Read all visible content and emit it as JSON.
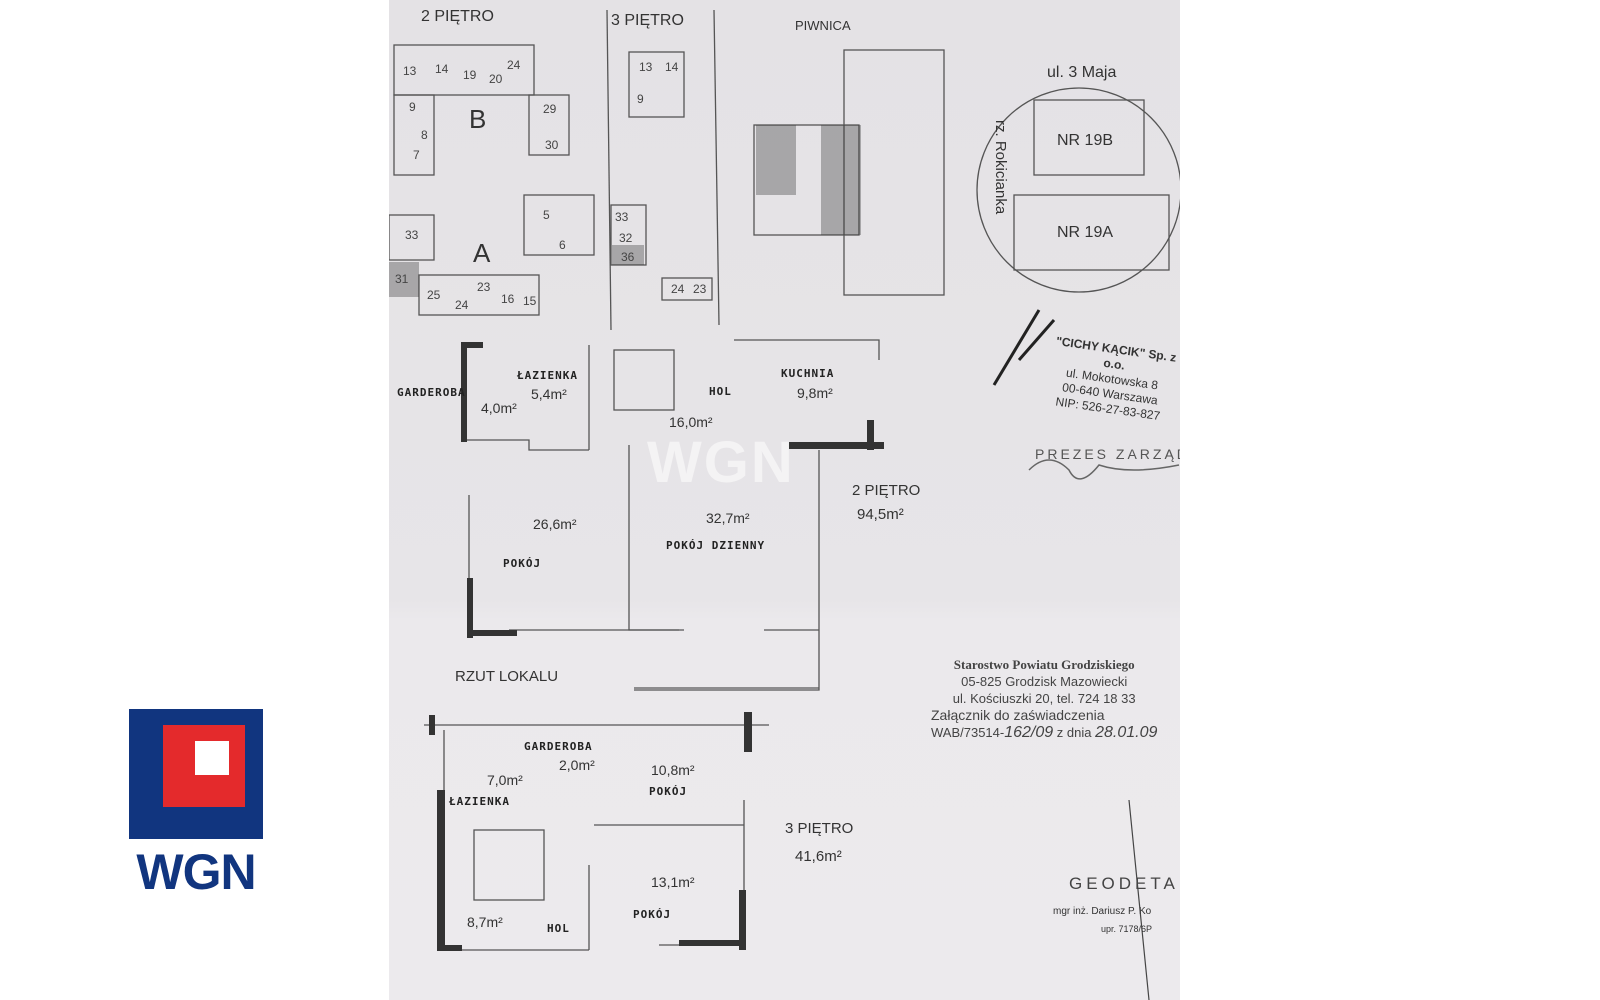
{
  "logo": {
    "text": "WGN",
    "colors": {
      "blue": "#11357f",
      "red": "#e42a2c"
    }
  },
  "watermark": "WGN",
  "plan": {
    "top_sections": [
      "2 PIĘTRO",
      "3 PIĘTRO",
      "PIWNICA"
    ],
    "building_labels": [
      "B",
      "A"
    ],
    "unit_numbers_2p": [
      "13",
      "14",
      "19",
      "20",
      "24",
      "9",
      "8",
      "7",
      "29",
      "30",
      "33",
      "5",
      "6",
      "31",
      "25",
      "24",
      "23",
      "16",
      "15"
    ],
    "unit_numbers_3p": [
      "13",
      "14",
      "9",
      "33",
      "32",
      "36",
      "24",
      "23"
    ],
    "site": {
      "street": "ul. 3 Maja",
      "river": "rz. Rokicianka",
      "buildings": [
        "NR 19B",
        "NR 19A"
      ]
    },
    "company": {
      "name": "\"CICHY KĄCIK\" Sp. z o.o.",
      "street": "ul. Mokotowska 8",
      "city": "00-640 Warszawa",
      "nip": "NIP: 526-27-83-827",
      "title": "PREZES ZARZĄDU"
    },
    "upper_floor": {
      "rooms": [
        {
          "name": "GARDEROBA",
          "area": "4,0m²"
        },
        {
          "name": "ŁAZIENKA",
          "area": "5,4m²"
        },
        {
          "name": "HOL",
          "area": "16,0m²"
        },
        {
          "name": "KUCHNIA",
          "area": "9,8m²"
        },
        {
          "name": "POKÓJ",
          "area": "26,6m²"
        },
        {
          "name": "POKÓJ DZIENNY",
          "area": "32,7m²"
        }
      ],
      "floor": "2 PIĘTRO",
      "total": "94,5m²"
    },
    "rzut": "RZUT LOKALU",
    "stamp": {
      "line1": "Starostwo Powiatu Grodziskiego",
      "line2": "05-825 Grodzisk Mazowiecki",
      "line3": "ul. Kościuszki 20, tel. 724 18 33",
      "line4": "Załącznik do zaświadczenia",
      "line5": "WAB/73514-",
      "hand1": "162/09",
      "line5b": "z dnia",
      "hand2": "28.01.09"
    },
    "lower_floor": {
      "rooms": [
        {
          "name": "GARDEROBA",
          "area": "2,0m²"
        },
        {
          "name": "ŁAZIENKA",
          "area": "7,0m²"
        },
        {
          "name": "POKÓJ",
          "area": "10,8m²"
        },
        {
          "name": "POKÓJ",
          "area": "13,1m²"
        },
        {
          "name": "HOL",
          "area": "8,7m²"
        }
      ],
      "floor": "3 PIĘTRO",
      "total": "41,6m²"
    },
    "geodeta": {
      "title": "GEODETA",
      "name": "mgr inż. Dariusz P. Ko",
      "license": "upr. 7178/6P"
    }
  }
}
